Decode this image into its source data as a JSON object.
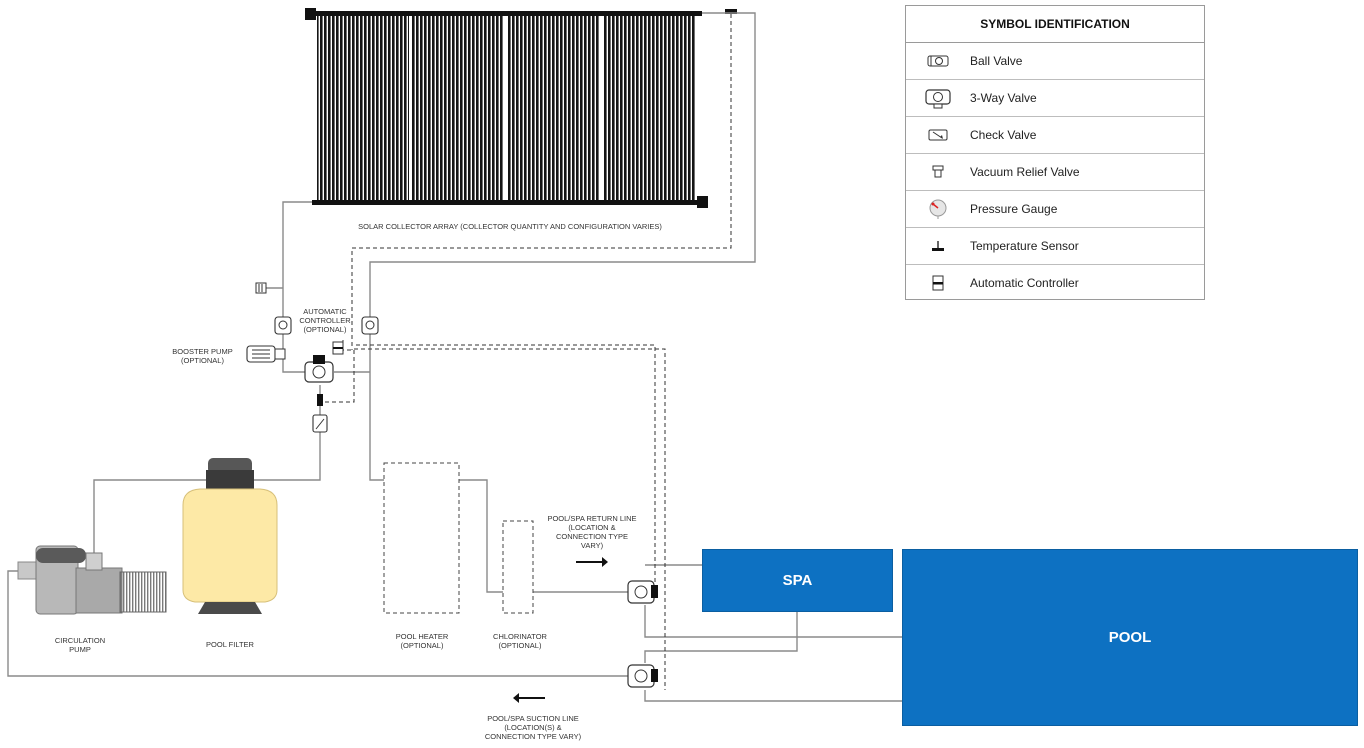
{
  "labels": {
    "solar_array": "SOLAR COLLECTOR ARRAY (COLLECTOR QUANTITY AND CONFIGURATION VARIES)",
    "auto_controller": [
      "AUTOMATIC",
      "CONTROLLER",
      "(OPTIONAL)"
    ],
    "booster_pump": [
      "BOOSTER PUMP",
      "(OPTIONAL)"
    ],
    "circulation_pump": [
      "CIRCULATION",
      "PUMP"
    ],
    "pool_filter": "POOL FILTER",
    "pool_heater": [
      "POOL HEATER",
      "(OPTIONAL)"
    ],
    "chlorinator": [
      "CHLORINATOR",
      "(OPTIONAL)"
    ],
    "return_line": [
      "POOL/SPA RETURN LINE",
      "(LOCATION &",
      "CONNECTION TYPE",
      "VARY)"
    ],
    "suction_line": [
      "POOL/SPA SUCTION LINE",
      "(LOCATION(S) &",
      "CONNECTION TYPE VARY)"
    ],
    "spa": "SPA",
    "pool": "POOL"
  },
  "legend": {
    "title": "SYMBOL IDENTIFICATION",
    "items": [
      {
        "icon": "ball-valve-icon",
        "label": "Ball Valve"
      },
      {
        "icon": "three-way-valve-icon",
        "label": "3-Way Valve"
      },
      {
        "icon": "check-valve-icon",
        "label": "Check Valve"
      },
      {
        "icon": "vacuum-relief-valve-icon",
        "label": "Vacuum Relief Valve"
      },
      {
        "icon": "pressure-gauge-icon",
        "label": "Pressure Gauge"
      },
      {
        "icon": "temperature-sensor-icon",
        "label": "Temperature Sensor"
      },
      {
        "icon": "automatic-controller-icon",
        "label": "Automatic Controller"
      }
    ]
  },
  "colors": {
    "pool_blue": "#0d71c2",
    "filter_tank": "#fde9a6",
    "pipe": "#8a8a8a",
    "collector": "#111111"
  }
}
